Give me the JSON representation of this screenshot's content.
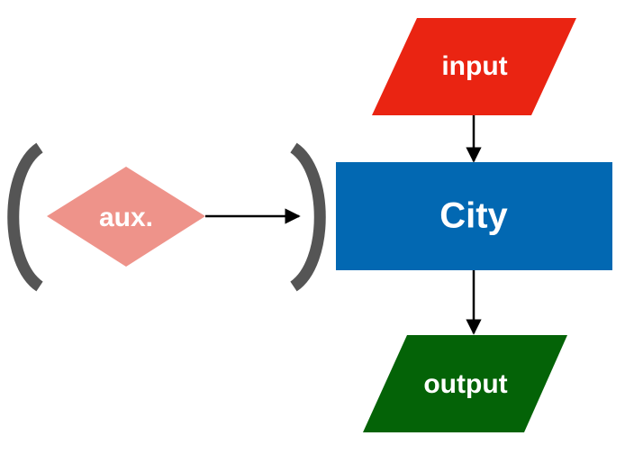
{
  "diagram": {
    "input_label": "input",
    "city_label": "City",
    "output_label": "output",
    "aux_label": "aux."
  },
  "colors": {
    "input": "#ea2412",
    "city": "#0268b2",
    "output": "#046307",
    "aux": "#ee938a",
    "bracket": "#555555",
    "arrow": "#000000",
    "text": "#ffffff"
  }
}
